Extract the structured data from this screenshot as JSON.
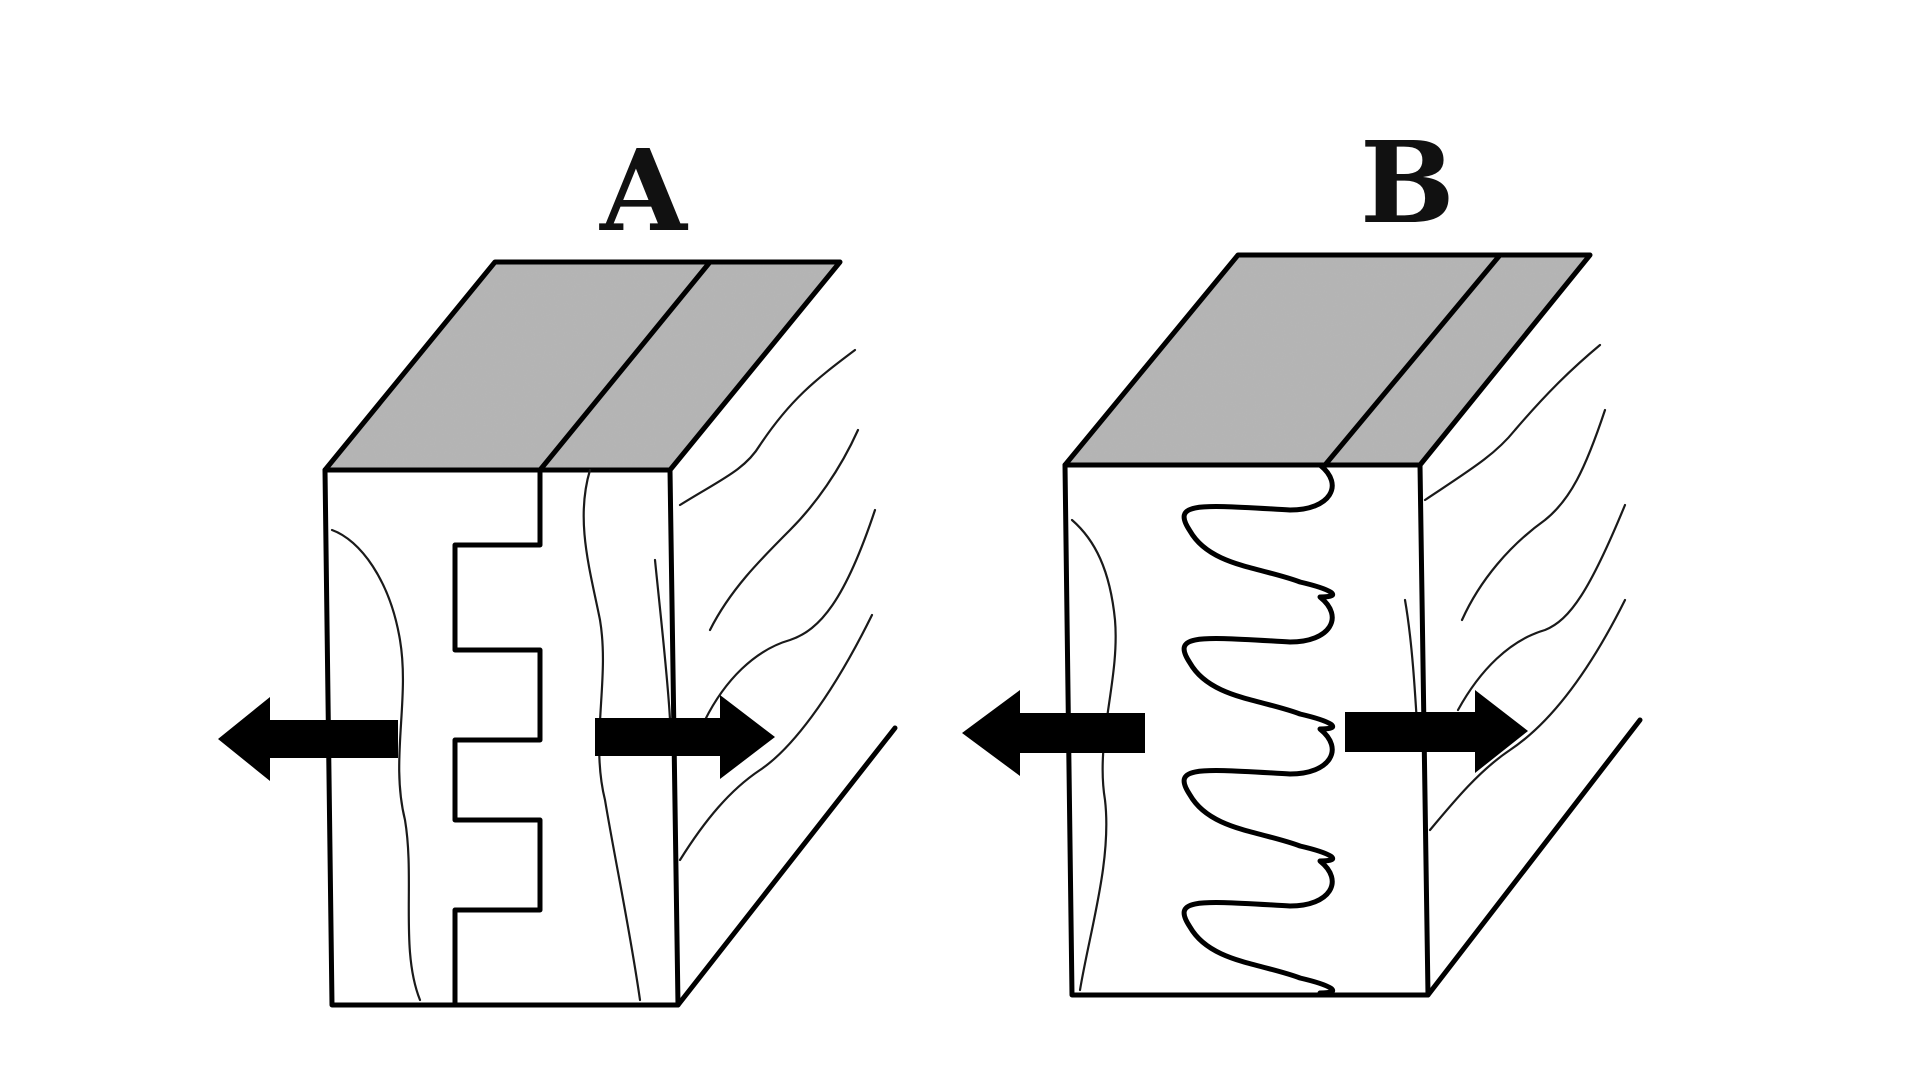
{
  "panels": [
    {
      "id": "A",
      "label": "A",
      "interface": "rectangular-interlock"
    },
    {
      "id": "B",
      "label": "B",
      "interface": "rounded-interlock"
    }
  ],
  "colors": {
    "line": "#000000",
    "top_face_fill": "#9a9a9a",
    "background": "#ffffff"
  }
}
